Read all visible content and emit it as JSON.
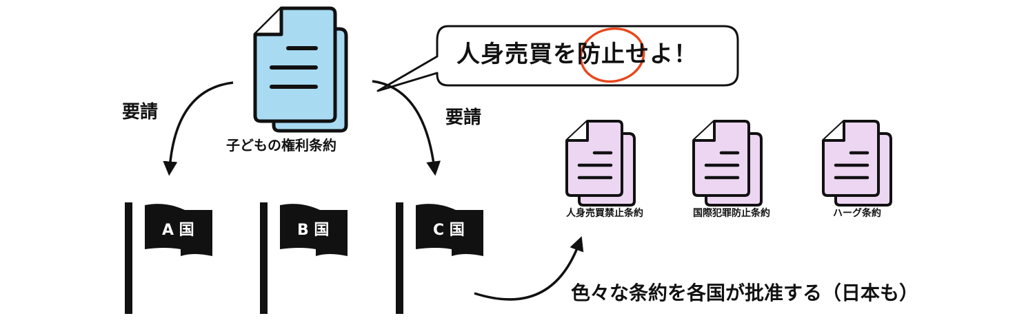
{
  "diagram": {
    "main_document_label": "子どもの権利条約",
    "speech_bubble": {
      "text_before": "人身売買を",
      "text_highlight": "防止",
      "text_after": "せよ！"
    },
    "request_left": "要請",
    "request_right": "要請",
    "countries": [
      {
        "label": "A 国"
      },
      {
        "label": "B 国"
      },
      {
        "label": "C 国"
      }
    ],
    "treaties": [
      {
        "label": "人身売買禁止条約"
      },
      {
        "label": "国際犯罪防止条約"
      },
      {
        "label": "ハーグ条約"
      }
    ],
    "ratify_text": "色々な条約を各国が批准する（日本も）",
    "colors": {
      "main_doc_fill": "#a8daf2",
      "main_doc_back": "#a8daf2",
      "treaty_doc_fill": "#ecd6f2",
      "highlight_circle": "#e8471c",
      "ink": "#111111"
    }
  }
}
